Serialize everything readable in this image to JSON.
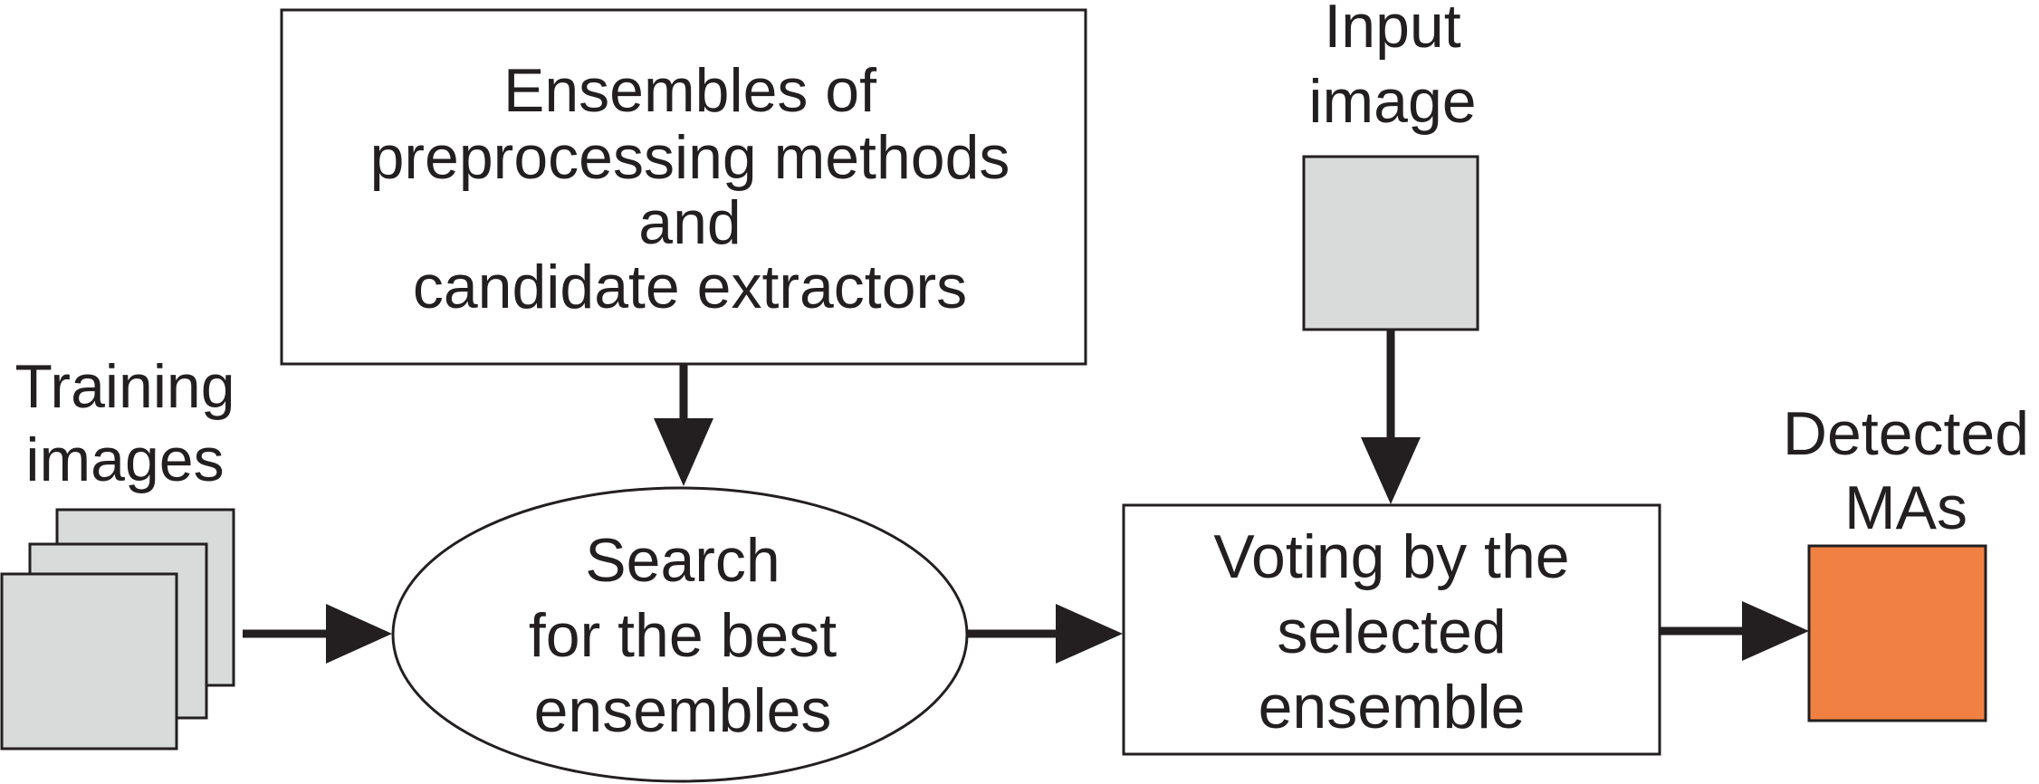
{
  "nodes": {
    "ensembles_box": {
      "lines": [
        "Ensembles of",
        "preprocessing methods",
        "and",
        "candidate extractors"
      ]
    },
    "input_image": {
      "lines": [
        "Input",
        "image"
      ],
      "fill": "#d9dbdb"
    },
    "training_images": {
      "lines": [
        "Training",
        "images"
      ],
      "fill": "#d9dbdb"
    },
    "search_ellipse": {
      "lines": [
        "Search",
        "for the best",
        "ensembles"
      ]
    },
    "voting_box": {
      "lines": [
        "Voting by the",
        "selected",
        "ensemble"
      ]
    },
    "detected_mas": {
      "lines": [
        "Detected",
        "MAs"
      ],
      "fill": "#f08143"
    }
  },
  "edges": [
    {
      "from": "ensembles_box",
      "to": "search_ellipse"
    },
    {
      "from": "training_images",
      "to": "search_ellipse"
    },
    {
      "from": "search_ellipse",
      "to": "voting_box"
    },
    {
      "from": "input_image",
      "to": "voting_box"
    },
    {
      "from": "voting_box",
      "to": "detected_mas"
    }
  ],
  "colors": {
    "stroke": "#231f20",
    "image_fill": "#d9dbdb",
    "output_fill": "#f08143"
  }
}
